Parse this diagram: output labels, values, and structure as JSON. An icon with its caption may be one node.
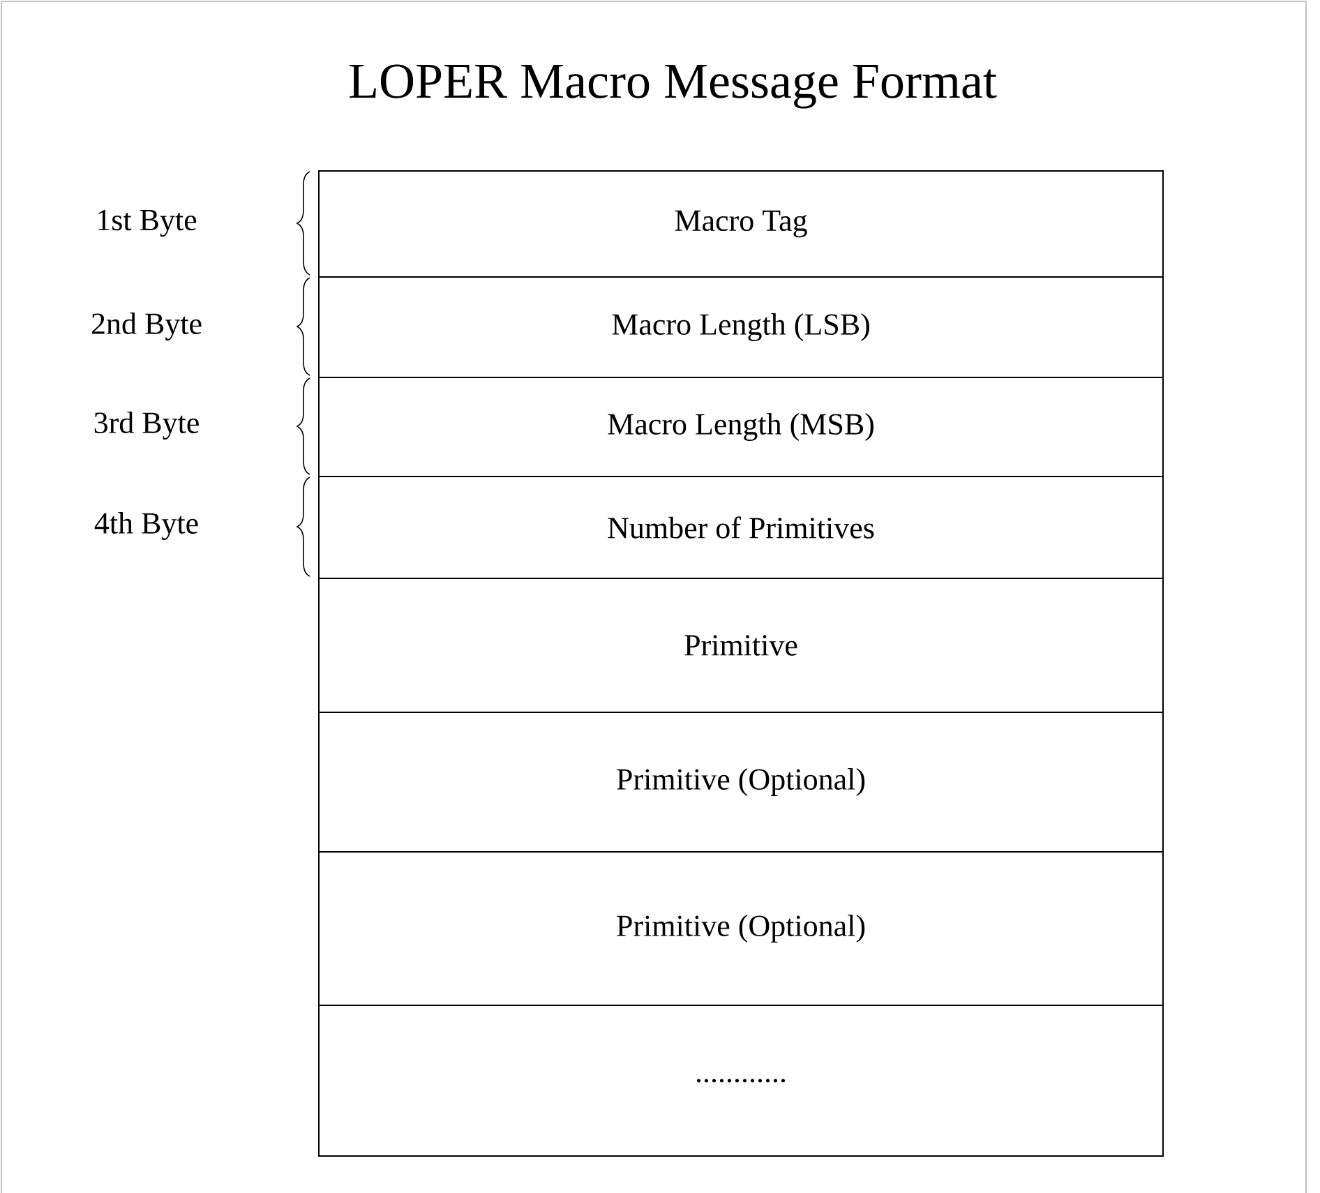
{
  "diagram": {
    "title": "LOPER Macro Message Format",
    "nodes": [
      {
        "text": [
          "Macro Tag"
        ],
        "beside": [
          "1st Byte"
        ]
      },
      {
        "text": [
          "Macro Length (LSB)"
        ],
        "beside": [
          "2nd Byte"
        ]
      },
      {
        "text": [
          "Macro Length (MSB)"
        ],
        "beside": [
          "3rd Byte"
        ]
      },
      {
        "text": [
          "Number of Primitives"
        ],
        "beside": [
          "4th Byte"
        ]
      },
      {
        "text": [
          "Primitive"
        ]
      },
      {
        "text": [
          "Primitive (Optional)"
        ]
      },
      {
        "text": [
          "Primitive (Optional)"
        ]
      },
      {
        "text": [
          "............"
        ]
      }
    ]
  }
}
